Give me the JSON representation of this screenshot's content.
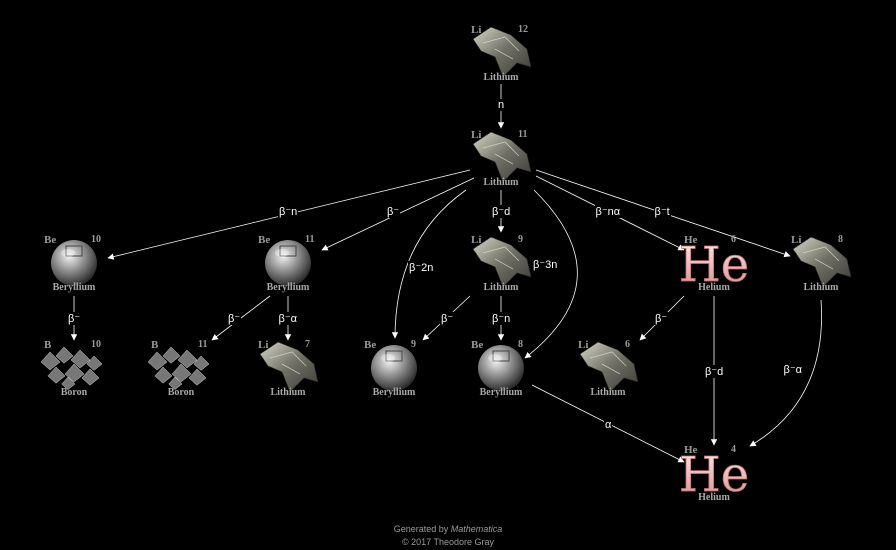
{
  "colors": {
    "background": "#000000",
    "arrow": "#ffffff",
    "text": "#9a9a9a",
    "helium": "#e8a8a8"
  },
  "nodes": [
    {
      "id": "li12",
      "symbol": "Li",
      "mass": "12",
      "name": "Lithium",
      "image": "lithium-chunk"
    },
    {
      "id": "li11",
      "symbol": "Li",
      "mass": "11",
      "name": "Lithium",
      "image": "lithium-chunk"
    },
    {
      "id": "be10",
      "symbol": "Be",
      "mass": "10",
      "name": "Beryllium",
      "image": "beryllium-sphere"
    },
    {
      "id": "be11",
      "symbol": "Be",
      "mass": "11",
      "name": "Beryllium",
      "image": "beryllium-sphere"
    },
    {
      "id": "li9",
      "symbol": "Li",
      "mass": "9",
      "name": "Lithium",
      "image": "lithium-chunk"
    },
    {
      "id": "he6",
      "symbol": "He",
      "mass": "6",
      "name": "Helium",
      "image": "helium-glow"
    },
    {
      "id": "li8",
      "symbol": "Li",
      "mass": "8",
      "name": "Lithium",
      "image": "lithium-chunk"
    },
    {
      "id": "b10",
      "symbol": "B",
      "mass": "10",
      "name": "Boron",
      "image": "boron-crystals"
    },
    {
      "id": "b11",
      "symbol": "B",
      "mass": "11",
      "name": "Boron",
      "image": "boron-crystals"
    },
    {
      "id": "li7",
      "symbol": "Li",
      "mass": "7",
      "name": "Lithium",
      "image": "lithium-chunk"
    },
    {
      "id": "be9",
      "symbol": "Be",
      "mass": "9",
      "name": "Beryllium",
      "image": "beryllium-sphere"
    },
    {
      "id": "be8",
      "symbol": "Be",
      "mass": "8",
      "name": "Beryllium",
      "image": "beryllium-sphere"
    },
    {
      "id": "li6",
      "symbol": "Li",
      "mass": "6",
      "name": "Lithium",
      "image": "lithium-chunk"
    },
    {
      "id": "he4",
      "symbol": "He",
      "mass": "4",
      "name": "Helium",
      "image": "helium-glow"
    }
  ],
  "edges": [
    {
      "from": "li12",
      "to": "li11",
      "label": "n"
    },
    {
      "from": "li11",
      "to": "be10",
      "label": "β⁻n"
    },
    {
      "from": "li11",
      "to": "be11",
      "label": "β⁻"
    },
    {
      "from": "li11",
      "to": "li9",
      "label": "β⁻d"
    },
    {
      "from": "li11",
      "to": "be9",
      "label": "β⁻2n"
    },
    {
      "from": "li11",
      "to": "be8",
      "label": "β⁻3n"
    },
    {
      "from": "li11",
      "to": "he6",
      "label": "β⁻nα"
    },
    {
      "from": "li11",
      "to": "li8",
      "label": "β⁻t"
    },
    {
      "from": "be10",
      "to": "b10",
      "label": "β⁻"
    },
    {
      "from": "be11",
      "to": "b11",
      "label": "β⁻"
    },
    {
      "from": "be11",
      "to": "li7",
      "label": "β⁻α"
    },
    {
      "from": "li9",
      "to": "be9",
      "label": "β⁻"
    },
    {
      "from": "li9",
      "to": "be8",
      "label": "β⁻n"
    },
    {
      "from": "he6",
      "to": "li6",
      "label": "β⁻"
    },
    {
      "from": "he6",
      "to": "he4",
      "label": "β⁻d"
    },
    {
      "from": "li8",
      "to": "he4",
      "label": "β⁻α"
    },
    {
      "from": "be8",
      "to": "he4",
      "label": "α"
    }
  ],
  "credits": {
    "line1_prefix": "Generated by ",
    "line1_product": "Mathematica",
    "line2": "© 2017 Theodore Gray"
  }
}
